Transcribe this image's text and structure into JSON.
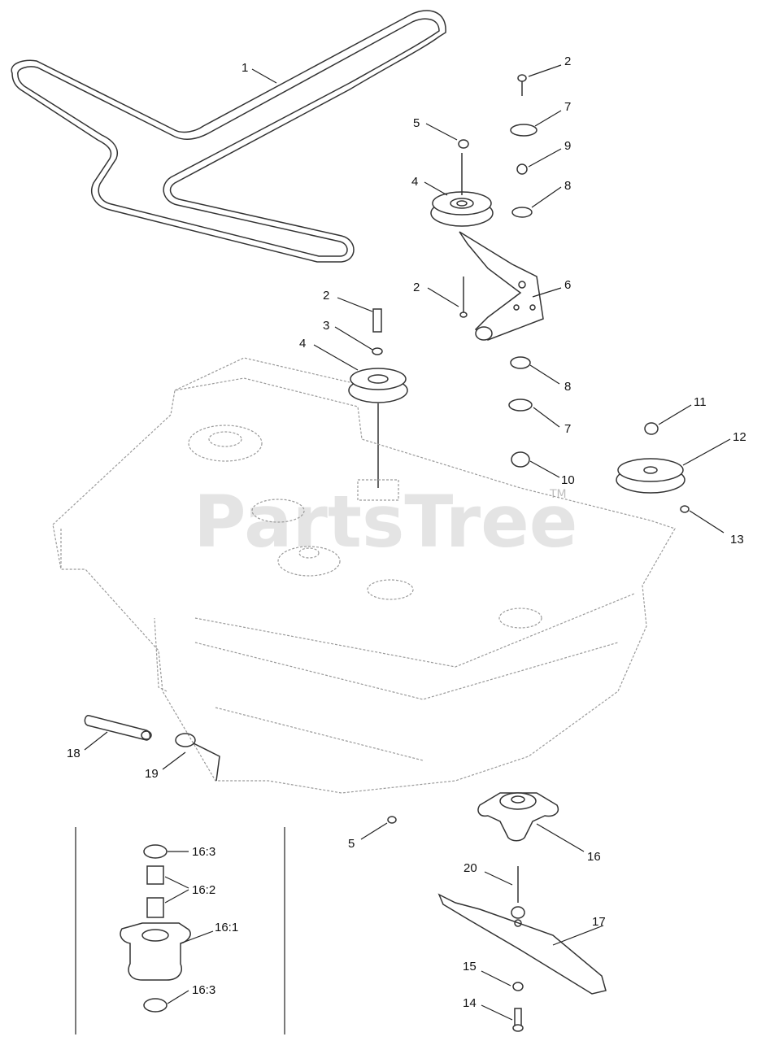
{
  "watermark": {
    "brand": "PartsTree",
    "trademark": "TM"
  },
  "callouts": [
    {
      "id": "c1",
      "label": "1"
    },
    {
      "id": "c2a",
      "label": "2"
    },
    {
      "id": "c7a",
      "label": "7"
    },
    {
      "id": "c5a",
      "label": "5"
    },
    {
      "id": "c9",
      "label": "9"
    },
    {
      "id": "c4a",
      "label": "4"
    },
    {
      "id": "c8a",
      "label": "8"
    },
    {
      "id": "c2b",
      "label": "2"
    },
    {
      "id": "c6",
      "label": "6"
    },
    {
      "id": "c2c",
      "label": "2"
    },
    {
      "id": "c3",
      "label": "3"
    },
    {
      "id": "c4b",
      "label": "4"
    },
    {
      "id": "c8b",
      "label": "8"
    },
    {
      "id": "c11",
      "label": "11"
    },
    {
      "id": "c7b",
      "label": "7"
    },
    {
      "id": "c12",
      "label": "12"
    },
    {
      "id": "c10",
      "label": "10"
    },
    {
      "id": "c13",
      "label": "13"
    },
    {
      "id": "c18",
      "label": "18"
    },
    {
      "id": "c19",
      "label": "19"
    },
    {
      "id": "c5b",
      "label": "5"
    },
    {
      "id": "c16",
      "label": "16"
    },
    {
      "id": "c163a",
      "label": "16:3"
    },
    {
      "id": "c162",
      "label": "16:2"
    },
    {
      "id": "c161",
      "label": "16:1"
    },
    {
      "id": "c163b",
      "label": "16:3"
    },
    {
      "id": "c20",
      "label": "20"
    },
    {
      "id": "c17",
      "label": "17"
    },
    {
      "id": "c15",
      "label": "15"
    },
    {
      "id": "c14",
      "label": "14"
    }
  ]
}
